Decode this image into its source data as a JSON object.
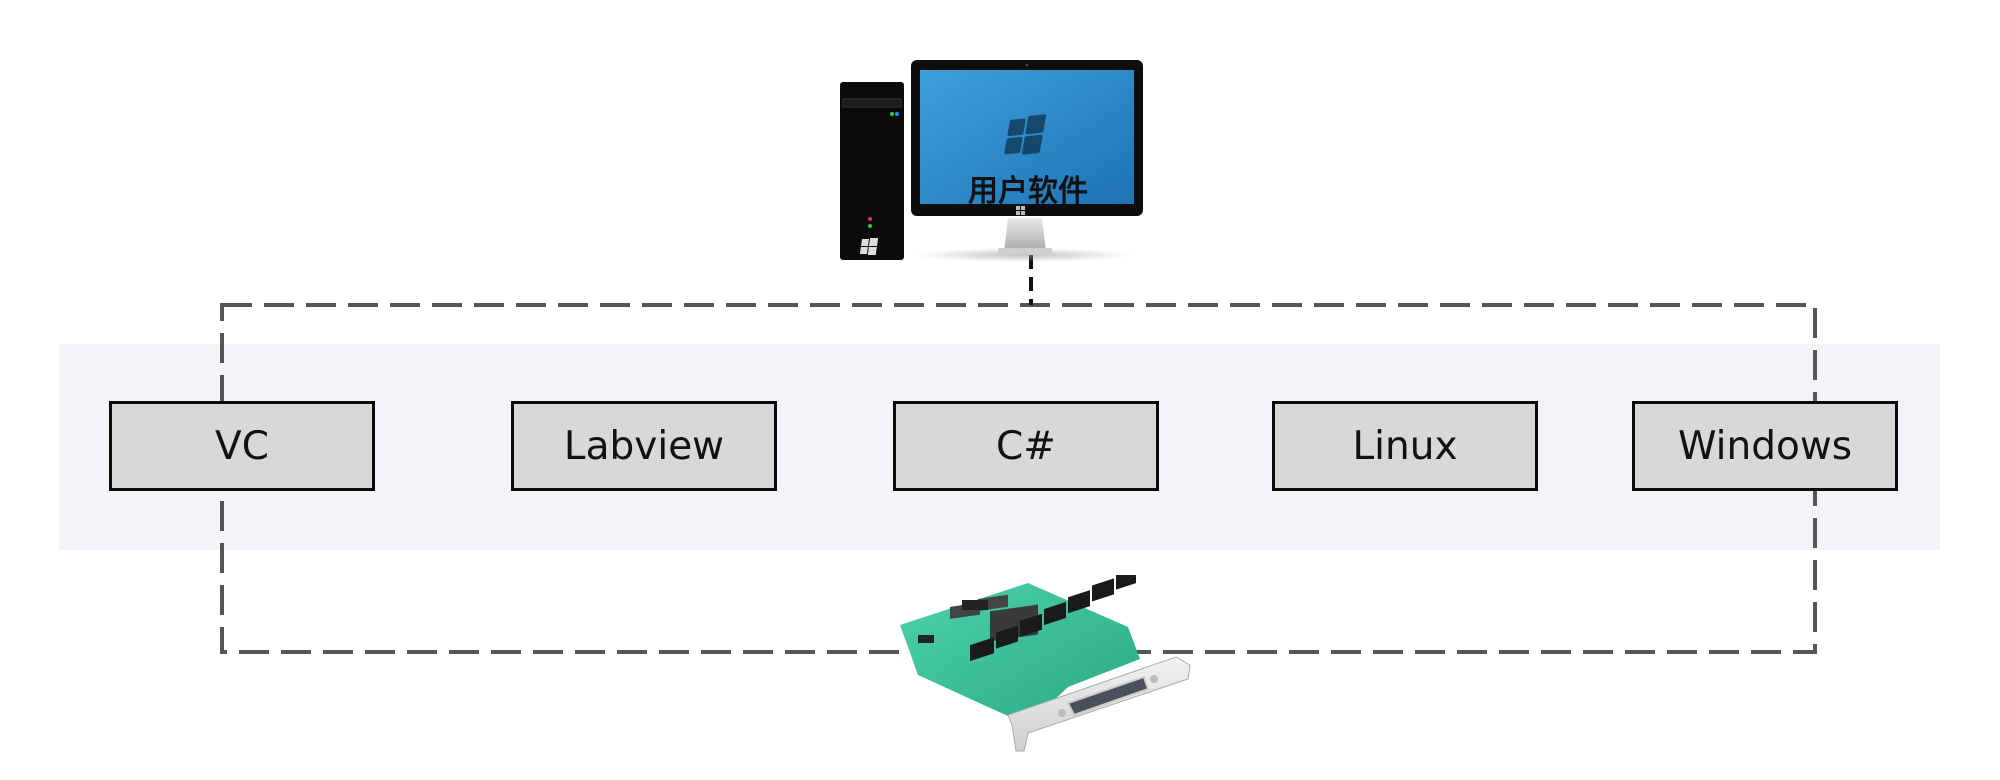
{
  "diagram": {
    "title_on_screen": "用户软件",
    "platforms": [
      {
        "label": "VC"
      },
      {
        "label": "Labview"
      },
      {
        "label": "C#"
      },
      {
        "label": "Linux"
      },
      {
        "label": "Windows"
      }
    ],
    "icons": {
      "computer": "desktop-computer-icon",
      "card": "pci-io-card-icon"
    },
    "colors": {
      "band": "#f3f4f7",
      "box_fill": "#d8d8d8",
      "box_border": "#0a0a0a",
      "dash": "#555555",
      "screen": "#2b8fd0",
      "pcb": "#3cbf9c"
    }
  }
}
